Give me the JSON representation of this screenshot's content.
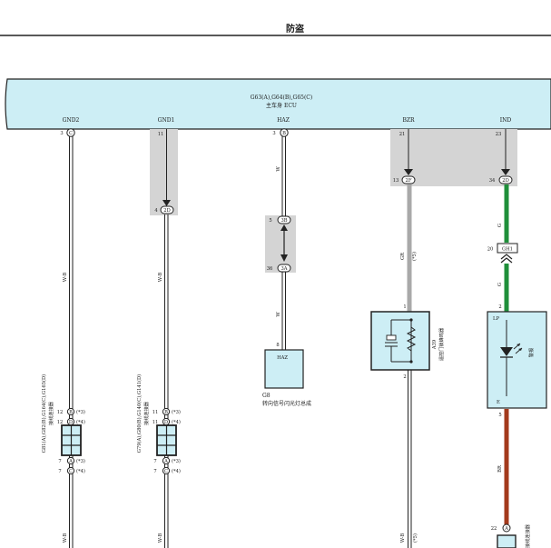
{
  "header": {
    "title": "防盗"
  },
  "ecu": {
    "connectors": "G63(A),G64(B),G65(C)",
    "name": "主车身 ECU",
    "terminals": [
      "GND2",
      "GND1",
      "HAZ",
      "BZR",
      "IND"
    ]
  },
  "col_gnd2": {
    "top_pin": "3",
    "top_conn": "C",
    "wire": "W-B",
    "j_pins": [
      "12",
      "12",
      "7",
      "7"
    ],
    "j_conns": [
      "B",
      "D",
      "A",
      "C"
    ],
    "j_notes": [
      "(*3)",
      "(*4)",
      "(*3)",
      "(*4)"
    ],
    "j_label_conns": "G81(A),G82(B),G164(C),G165(D)",
    "j_label_name": "接线连接器",
    "bottom_wire": "W-B"
  },
  "col_gnd1": {
    "top_pin": "11",
    "mid_pin": "4",
    "mid_conn": "2D",
    "wire": "W-B",
    "j_pins": [
      "11",
      "11",
      "7",
      "7"
    ],
    "j_conns": [
      "B",
      "D",
      "A",
      "C"
    ],
    "j_notes": [
      "(*3)",
      "(*4)",
      "(*3)",
      "(*4)"
    ],
    "j_label_conns": "G79(A),G80(B),G140(C),G141(D)",
    "j_label_name": "接线连接器",
    "bottom_wire": "W-B"
  },
  "col_haz": {
    "top_pin": "3",
    "top_conn": "B",
    "wire1": "W",
    "conn_a_pin": "5",
    "conn_a": "3B",
    "conn_b_pin": "36",
    "conn_b": "3A",
    "wire2": "W",
    "comp_pin": "8",
    "comp_term": "HAZ",
    "comp_id": "G8",
    "comp_name": "转向信号闪光灯总成"
  },
  "col_bzr": {
    "top_pin": "21",
    "mid_pin": "13",
    "mid_conn": "2F",
    "wire": "GR",
    "note": "(*5)",
    "comp_pin_top": "1",
    "comp_pin_bot": "2",
    "comp_id": "A39",
    "comp_name": "遥控门锁蜂鸣器",
    "bottom_wire": "W-B"
  },
  "col_ind": {
    "top_pin": "23",
    "mid_pin": "34",
    "mid_conn": "2D",
    "wire1": "G",
    "conn_pin": "20",
    "conn": "GH1",
    "wire2": "G",
    "comp_pin_top": "2",
    "comp_term_top": "LP",
    "comp_term_bot": "E",
    "comp_name": "警报",
    "comp_pin_bot": "5",
    "wire3": "BR",
    "bot_pin": "22",
    "bot_conn": "A",
    "bot_label": "接线连接器"
  },
  "colors": {
    "ecu_fill": "#cdeef5",
    "shade": "#d4d4d4",
    "green": "#1f8f3a",
    "brown": "#a33a1c",
    "gray_wire": "#a9a9a9"
  }
}
